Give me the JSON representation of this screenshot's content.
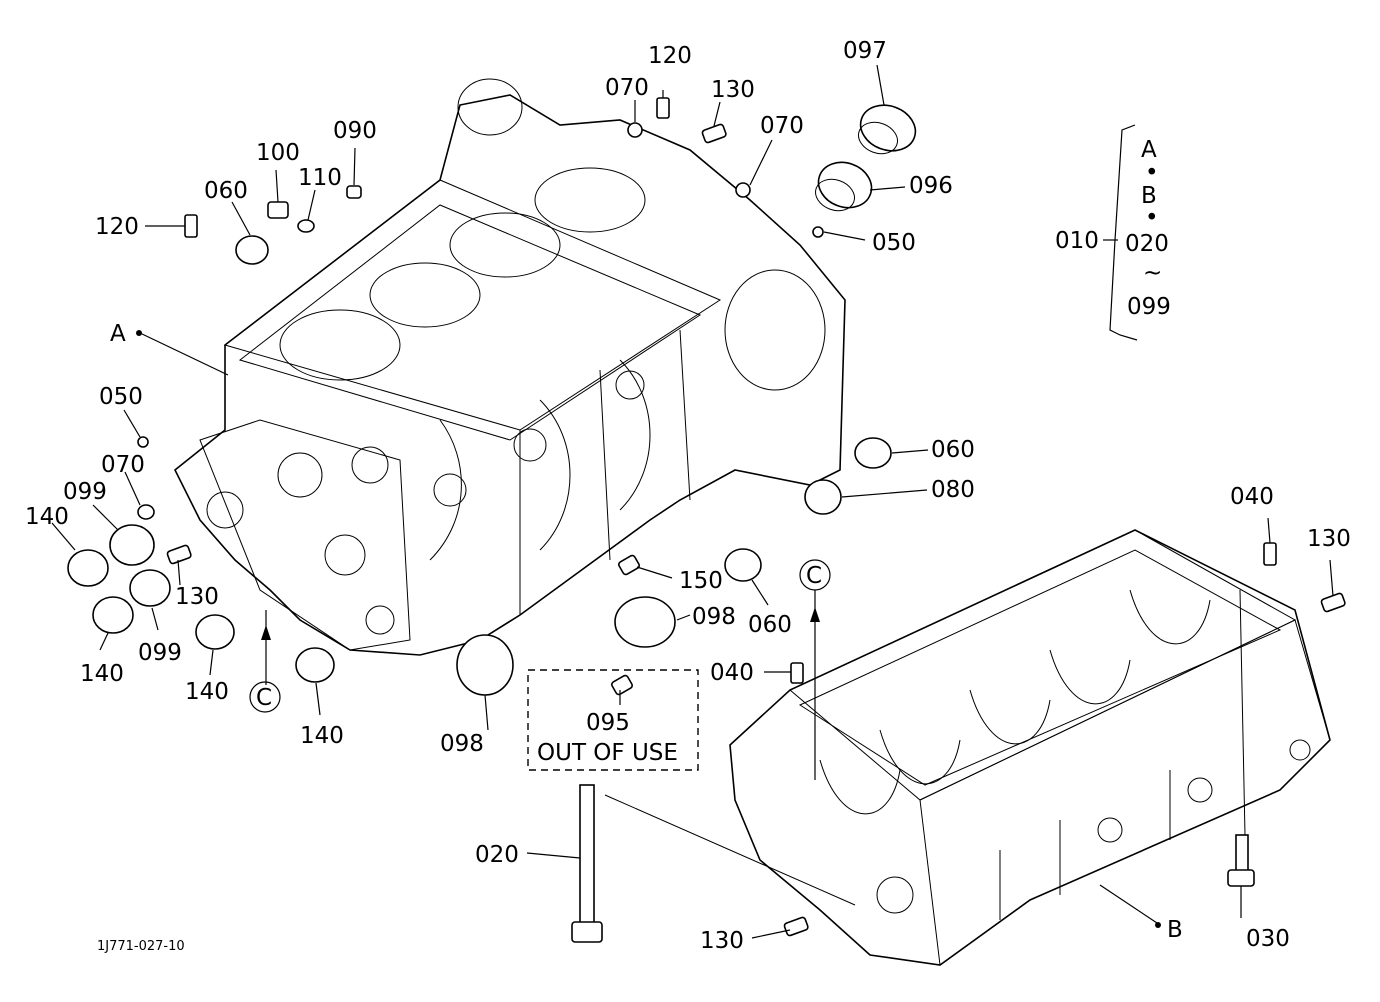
{
  "drawing_code": "1J771-027-10",
  "callouts": {
    "c010": "010",
    "key_a": "A",
    "key_dot1": "•",
    "key_b": "B",
    "key_dot2": "•",
    "key_from": "020",
    "key_tilde": "~",
    "key_to": "099"
  },
  "labels": {
    "l120a": "120",
    "l070a": "070",
    "l130a": "130",
    "l097": "097",
    "l070b": "070",
    "l096": "096",
    "l050a": "050",
    "l090": "090",
    "l100": "100",
    "l110": "110",
    "l060a": "060",
    "l120b": "120",
    "lA": "A",
    "l050b": "050",
    "l070c": "070",
    "l099a": "099",
    "l140a": "140",
    "l130b": "130",
    "l099b": "099",
    "l140b": "140",
    "l140c": "140",
    "l140d": "140",
    "lC1": "C",
    "l060b": "060",
    "l080": "080",
    "l150": "150",
    "l098a": "098",
    "l060c": "060",
    "l098b": "098",
    "l095": "095",
    "out_of_use": "OUT  OF  USE",
    "lC2": "C",
    "l040a": "040",
    "l040b": "040",
    "l130c": "130",
    "l020": "020",
    "l130d": "130",
    "lB": "B",
    "l030": "030"
  }
}
